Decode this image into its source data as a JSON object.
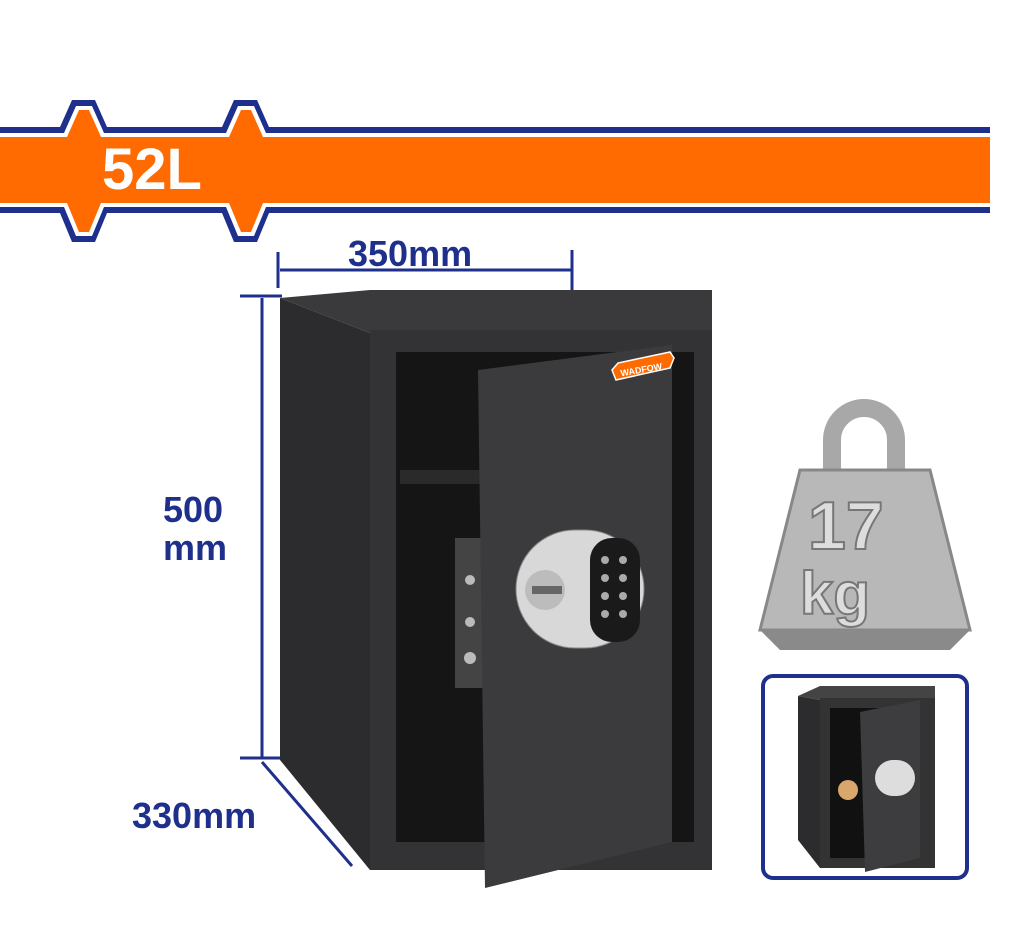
{
  "banner": {
    "capacity": "52L",
    "color": "#ff6b00",
    "outline": "#1e2f8c"
  },
  "dimensions": {
    "width": "350mm",
    "height_value": "500",
    "height_unit": "mm",
    "depth": "330mm"
  },
  "brand": {
    "logo": "WADFOW"
  },
  "weight": {
    "value": "17",
    "unit": "kg"
  },
  "icons": {
    "weight": "weight-icon",
    "keypad": "keypad-icon"
  }
}
